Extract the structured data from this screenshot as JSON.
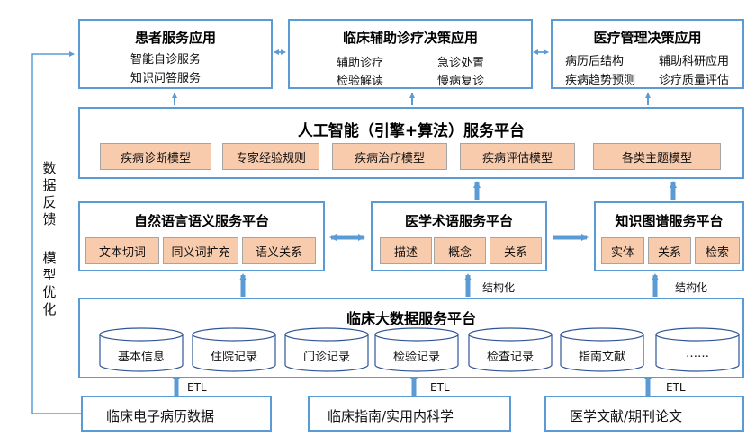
{
  "top": {
    "patient": {
      "title": "患者服务应用",
      "items": [
        "智能自诊服务",
        "知识问答服务"
      ]
    },
    "clinical": {
      "title": "临床辅助诊疗决策应用",
      "items": [
        "辅助诊疗",
        "急诊处置",
        "检验解读",
        "慢病复诊"
      ]
    },
    "management": {
      "title": "医疗管理决策应用",
      "items": [
        "病历后结构",
        "辅助科研应用",
        "疾病趋势预测",
        "诊疗质量评估"
      ]
    }
  },
  "ai": {
    "title": "人工智能（引擎+算法）服务平台",
    "chips": [
      "疾病诊断模型",
      "专家经验规则",
      "疾病治疗模型",
      "疾病评估模型",
      "各类主题模型"
    ]
  },
  "nlp": {
    "title": "自然语言语义服务平台",
    "chips": [
      "文本切词",
      "同义词扩充",
      "语义关系"
    ]
  },
  "term": {
    "title": "医学术语服务平台",
    "chips": [
      "描述",
      "概念",
      "关系"
    ]
  },
  "kg": {
    "title": "知识图谱服务平台",
    "chips": [
      "实体",
      "关系",
      "检索"
    ]
  },
  "bigdata": {
    "title": "临床大数据服务平台",
    "cylinders": [
      "基本信息",
      "住院记录",
      "门诊记录",
      "检验记录",
      "检查记录",
      "指南文献",
      "……"
    ]
  },
  "sources": [
    "临床电子病历数据",
    "临床指南/实用内科学",
    "医学文献/期刊论文"
  ],
  "labels": {
    "structuring": "结构化",
    "etl": "ETL"
  },
  "feedback": {
    "line1": "数据反馈",
    "line2": "模型优化"
  },
  "colors": {
    "border": "#5b9bd5",
    "chip": "#f8cbad"
  }
}
